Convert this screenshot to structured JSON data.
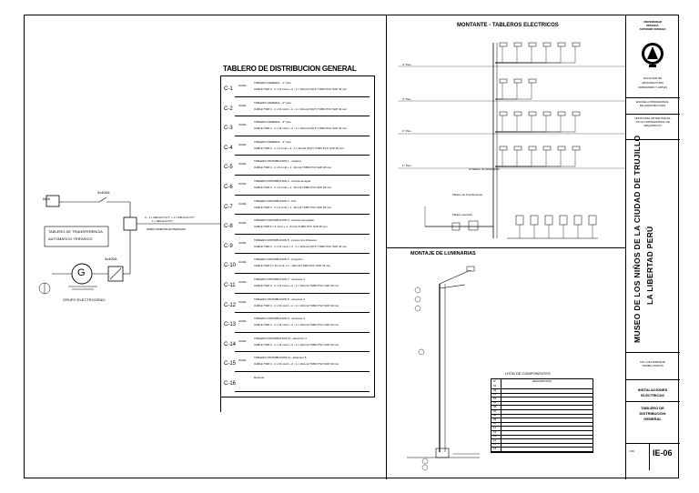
{
  "main_title": "TABLERO DE DISTRIBUCION GENERAL",
  "circuits": [
    {
      "id": "C-1",
      "line1": "TABLERO GENERAL - 1° piso",
      "line2": "CABLE TW# 3 - 1 x 16 mm2 + 2 - 1 x 10mm2 (N)(T) TUBO PVC SAP 32 mm"
    },
    {
      "id": "C-2",
      "line1": "TABLERO GENERAL - 2° piso",
      "line2": "CABLE TW# 3 - 1 x 16 mm2 + 2 - 1 x 10mm2 (N)(T) TUBO PVC SAP 32 mm"
    },
    {
      "id": "C-3",
      "line1": "TABLERO GENERAL - 3° piso",
      "line2": "CABLE TW# 3 - 1 x 16 mm2 + 2 - 1 x 10mm2 (N)(T) TUBO PVC SAP 32 mm"
    },
    {
      "id": "C-4",
      "line1": "TABLERO GENERAL - 4° piso",
      "line2": "CABLE TW# 3 - 1 x 6 mm2 + 2 - 1 x 6mm2 (N)(T) TUBO PVC SAP 25 mm"
    },
    {
      "id": "C-5",
      "line1": "TABLERO DISTRIBUCION 1 - cisterna",
      "line2": "CABLE TW# 3 - 1 x 6 mm2 + 1 - 6mm2 TUBO PVC SAP 25 mm"
    },
    {
      "id": "C-6",
      "line1": "TABLERO DISTRIBUCION 2 - bomba de agua",
      "line2": "CABLE TW# 3 - 1 x 6 mm2 + 1 - 6mm2 TUBO PVC SAP 25 mm"
    },
    {
      "id": "C-7",
      "line1": "TABLERO DISTRIBUCION 3 - ACI",
      "line2": "CABLE TW# 3 - 1 x 6 mm2 + 1 - 6mm2 TUBO PVC SAP 25 mm"
    },
    {
      "id": "C-8",
      "line1": "TABLERO DISTRIBUCION 4 - bomba sumergible",
      "line2": "CABLE TW# 3 x 6 mm2 + 1 - 6mm2 TUBO PVC SAP 25 mm"
    },
    {
      "id": "C-9",
      "line1": "TABLERO DISTRIBUCION 5 - postes con difusores",
      "line2": "CABLE TW# 3 - 1 x 16 mm2 + 2 - 1 x 10mm2 (N)(T) TUBO PVC SAP 32 mm"
    },
    {
      "id": "C-10",
      "line1": "TABLERO DISTRIBUCION 6 - proyector",
      "line2": "CABLE TW# 3 x 16 mm2 + 1 - 10mm2 TUBO PVC SAP 32 mm"
    },
    {
      "id": "C-11",
      "line1": "TABLERO DISTRIBUCION 7 - ascensor 1",
      "line2": "CABLE TW# 3 - 1 x 16 mm2 + 2 - 1 x 10mm2 TUBO PVC SAP 32 mm"
    },
    {
      "id": "C-12",
      "line1": "TABLERO DISTRIBUCION 8 - ascensor 2",
      "line2": "CABLE TW# 3 - 1 x 16 mm2 + 2 - 1 x 10mm2 TUBO PVC SAP 32 mm"
    },
    {
      "id": "C-13",
      "line1": "TABLERO DISTRIBUCION 9 - ascensor 3",
      "line2": "CABLE TW# 3 - 1 x 16 mm2 + 2 - 1 x 10mm2 TUBO PVC SAP 32 mm"
    },
    {
      "id": "C-14",
      "line1": "TABLERO DISTRIBUCION 10 - ascensor 4",
      "line2": "CABLE TW# 3 - 1 x 16 mm2 + 2 - 1 x 10mm2 TUBO PVC SAP 32 mm"
    },
    {
      "id": "C-15",
      "line1": "TABLERO DISTRIBUCION 11 - ascensor 5",
      "line2": "CABLE TW# 3 - 1 x 16 mm2 + 2 - 1 x 10mm2 TUBO PVC SAP 32 mm"
    },
    {
      "id": "C-16",
      "line1": "Reserva",
      "line2": ""
    }
  ],
  "breaker_label": "3x30A",
  "left_diagram": {
    "top_breaker": "3x400A",
    "transfer_label_1": "TABLERO DE TRANSFERENCIA",
    "transfer_label_2": "AUTOMATICO TRIFASICO",
    "gen_breaker": "3x400A",
    "generator_symbol": "G",
    "generator_label": "GRUPO ELECTROGENO",
    "feeder_line1": "3 - 1 x 300mm2 NYY + 1 x 300mm2 NYY",
    "feeder_line2": "1 x 300mm2 NYY",
    "feeder_line3": "DIRECTAMENTE ENTERRADO",
    "meter_symbol": "kWh"
  },
  "montante_title": "MONTANTE - TABLEROS ELECTRICOS",
  "montante_levels": [
    "4° Piso",
    "3° Piso",
    "2° Piso",
    "1° Piso"
  ],
  "montante_notes": [
    "Al Tablero de Distribución",
    "Tablero de Transferencia",
    "Tablero General"
  ],
  "luminarias_title": "MONTAJE DE LUMINARIAS",
  "components_title": "LISTA DE COMPONENTES",
  "components_header": [
    "Nº",
    "DESCRIPCION"
  ],
  "components_rows": [
    "01",
    "02",
    "03",
    "04",
    "05",
    "06",
    "07",
    "08",
    "09",
    "10",
    "11",
    "12",
    "13",
    "14",
    "15",
    "16"
  ],
  "title_block": {
    "university": [
      "UNIVERSIDAD",
      "PRIVADA",
      "ANTENOR ORREGO"
    ],
    "faculty": [
      "FACULTAD DE",
      "ARQUITECTURA",
      "URBANISMO Y ARTES"
    ],
    "school": [
      "ESCUELA PROFESIONAL",
      "DE ARQUITECTURA"
    ],
    "thesis": [
      "TESIS PARA OPTAR POR EL",
      "TITULO PROFESIONAL DE",
      "ARQUITECTO"
    ],
    "project_line1": "MUSEO DE LOS NIÑOS DE LA CIUDAD DE TRUJILLO",
    "project_line2": "LA LIBERTAD PERÚ",
    "advisor": [
      "DR. LUIS ENRIQUE",
      "TUMBA CARLOS"
    ],
    "specialty": [
      "INSTALACIONES",
      "ELECTRICAS"
    ],
    "sheet_title": [
      "TABLERO DE",
      "DISTRIBUCION",
      "GENERAL"
    ],
    "scale_label": "1:50",
    "sheet_code": "IE-06"
  }
}
